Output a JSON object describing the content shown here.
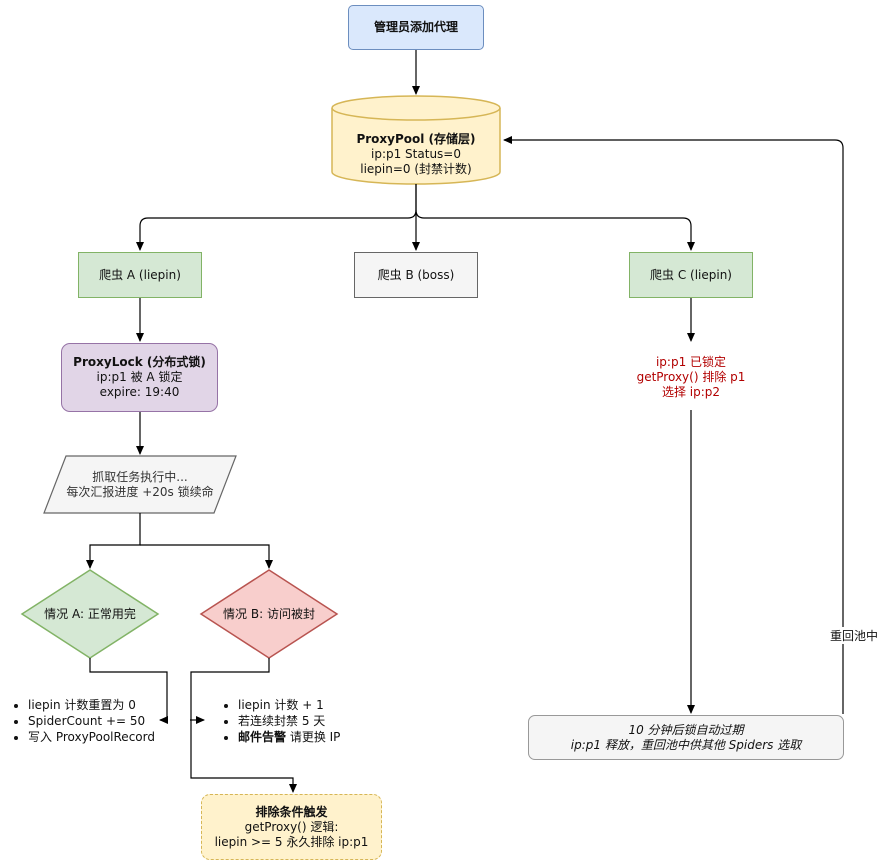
{
  "nodes": {
    "admin": "管理员添加代理",
    "pool": {
      "title": "ProxyPool (存储层)",
      "line1": "ip:p1 Status=0",
      "line2": "liepin=0 (封禁计数)"
    },
    "spider_a": "爬虫 A (liepin)",
    "spider_b": "爬虫 B (boss)",
    "spider_c": "爬虫 C (liepin)",
    "lock": {
      "title": "ProxyLock (分布式锁)",
      "line1": "ip:p1 被 A 锁定",
      "line2": "expire: 19:40"
    },
    "task": {
      "line1": "抓取任务执行中...",
      "line2": "每次汇报进度 +20s 锁续命"
    },
    "case_a": "情况 A: 正常用完",
    "case_b": "情况 B: 访问被封",
    "spider_c_note": {
      "line1": "ip:p1 已锁定",
      "line2": "getProxy() 排除 p1",
      "line3": "选择 ip:p2"
    },
    "expire": {
      "line1": "10 分钟后锁自动过期",
      "line2": "ip:p1 释放，重回池中供其他 Spiders 选取"
    },
    "exclude": {
      "title": "排除条件触发",
      "line1": "getProxy() 逻辑:",
      "line2": "liepin >= 5 永久排除 ip:p1"
    }
  },
  "case_a_list": [
    "liepin 计数重置为 0",
    "SpiderCount += 50",
    "写入 ProxyPoolRecord"
  ],
  "case_b_list": {
    "item1": "liepin 计数 + 1",
    "item2": "若连续封禁 5 天",
    "item3_bold": "邮件告警",
    "item3_rest": " 请更换 IP"
  },
  "edge_labels": {
    "return": "重回池中"
  },
  "colors": {
    "blue_fill": "#dae8fc",
    "green_fill": "#d5e8d4",
    "gray_fill": "#f5f5f5",
    "purple_fill": "#e1d5e7",
    "yellow_fill": "#fff2cc",
    "red_fill": "#f8cecc",
    "red_text": "#b20000"
  }
}
